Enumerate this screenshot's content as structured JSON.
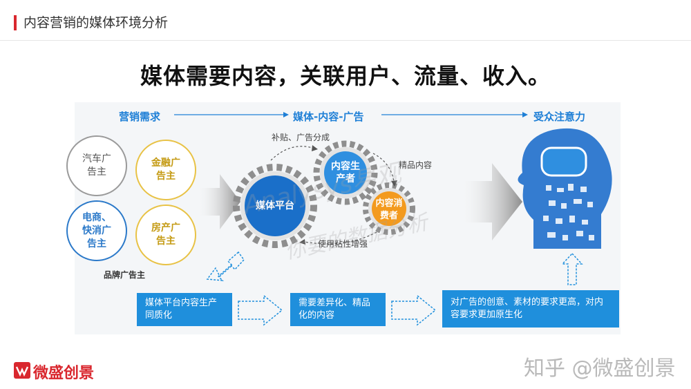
{
  "header": {
    "title": "内容营销的媒体环境分析"
  },
  "headline": "媒体需要内容，关联用户、流量、收入。",
  "sections": {
    "marketing": "营销需求",
    "media": "媒体-内容-广告",
    "audience": "受众注意力"
  },
  "advertisers": {
    "auto": "汽车广告主",
    "finance": "金融广告主",
    "ecommerce": "电商、快消广告主",
    "realestate": "房产广告主",
    "group_label": "品牌广告主"
  },
  "gears": {
    "platform": "媒体平台",
    "producer": "内容生产者",
    "consumer": "内容消费者"
  },
  "flow_labels": {
    "subsidy": "补贴、广告分成",
    "premium": "精品内容",
    "stickiness": "使用粘性增强"
  },
  "boxes": {
    "box1": "媒体平台内容生产同质化",
    "box2": "需要差异化、精品化的内容",
    "box3": "对广告的创意、素材的要求更高，对内容要求更加原生化"
  },
  "watermark": {
    "line1": "Analysys易观",
    "line2": "你要的数据分析"
  },
  "footer": {
    "brand": "微盛创景",
    "credit": "知乎 @微盛创景"
  },
  "colors": {
    "accent_red": "#d9272e",
    "blue": "#1f8fdc",
    "gold": "#e8c245",
    "orange": "#f39a1e"
  }
}
